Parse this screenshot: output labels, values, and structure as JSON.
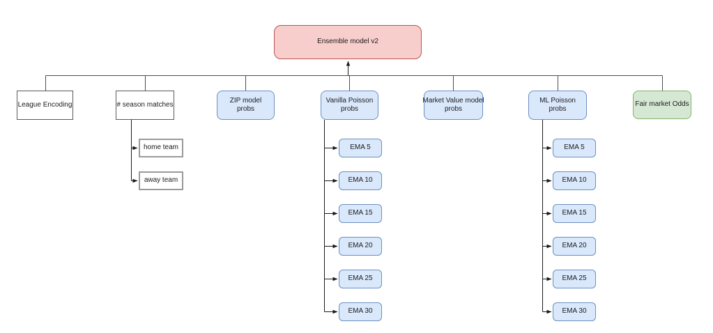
{
  "diagram_title": "Ensemble model v2",
  "palette": {
    "root_fill": "#f8cecc",
    "root_stroke": "#b85450",
    "model_fill": "#dae8fc",
    "model_stroke": "#6c8ebf",
    "odds_fill": "#d5e8d4",
    "odds_stroke": "#82b366",
    "plain_fill": "#ffffff",
    "plain_stroke": "#595959",
    "connector": "#4d4d4d"
  },
  "nodes": {
    "root": {
      "label": "Ensemble model v2"
    },
    "league_encoding": {
      "label": "League Encoding"
    },
    "season_matches": {
      "label": "# season matches"
    },
    "home_team": {
      "label": "home team"
    },
    "away_team": {
      "label": "away team"
    },
    "zip_model": {
      "label": "ZIP model\nprobs"
    },
    "vanilla_poisson": {
      "label": "Vanilla Poisson\nprobs"
    },
    "market_value": {
      "label": "Market Value model\nprobs"
    },
    "ml_poisson": {
      "label": "ML Poisson\nprobs"
    },
    "fair_market_odds": {
      "label": "Fair market Odds"
    }
  },
  "ema": {
    "vanilla_poisson": [
      "EMA 5",
      "EMA 10",
      "EMA 15",
      "EMA 20",
      "EMA 25",
      "EMA 30"
    ],
    "ml_poisson": [
      "EMA 5",
      "EMA 10",
      "EMA 15",
      "EMA 20",
      "EMA 25",
      "EMA 30"
    ]
  }
}
